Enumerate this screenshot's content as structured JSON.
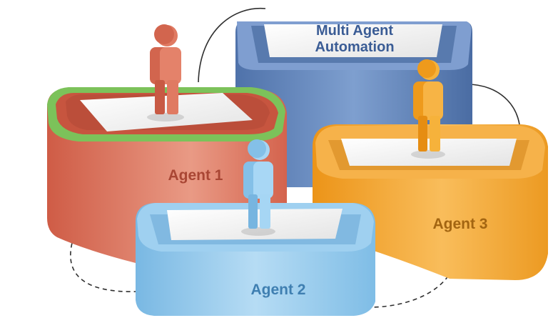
{
  "diagram": {
    "hub": {
      "title_line1": "Multi Agent",
      "title_line2": "Automation",
      "color": "#5b7fb6"
    },
    "agents": [
      {
        "label": "Agent 1",
        "color": "#d9705a",
        "person_color": "#db6e55",
        "rim_color": "#7cc25a",
        "icon": "person-icon"
      },
      {
        "label": "Agent 2",
        "color": "#8fc7ea",
        "person_color": "#8fc8ec",
        "icon": "person-icon"
      },
      {
        "label": "Agent 3",
        "color": "#f2a12f",
        "person_color": "#f4a42a",
        "icon": "person-icon"
      }
    ]
  }
}
